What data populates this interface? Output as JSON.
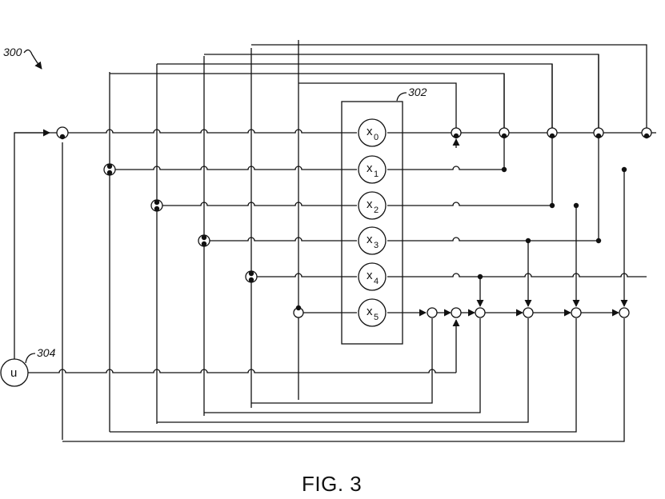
{
  "figure": {
    "ref_main": "300",
    "ref_register": "302",
    "ref_input": "304",
    "input_label": "u",
    "caption": "FIG. 3"
  },
  "states": [
    {
      "name": "x",
      "sub": "0"
    },
    {
      "name": "x",
      "sub": "1"
    },
    {
      "name": "x",
      "sub": "2"
    },
    {
      "name": "x",
      "sub": "3"
    },
    {
      "name": "x",
      "sub": "4"
    },
    {
      "name": "x",
      "sub": "5"
    }
  ],
  "colors": {
    "ink": "#111111",
    "paper": "#ffffff"
  }
}
